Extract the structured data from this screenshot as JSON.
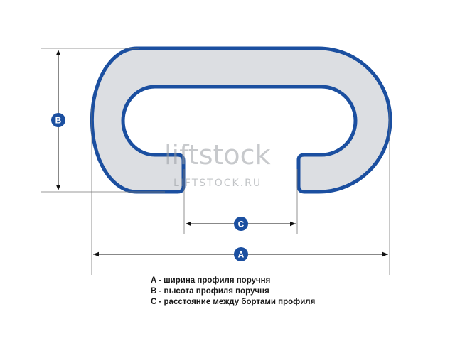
{
  "labels": {
    "a": "A",
    "b": "B",
    "c": "C"
  },
  "watermark": {
    "brand": "liftstock",
    "site": "LIFTSTOCK.RU"
  },
  "legend": [
    "A - ширина профиля поручня",
    "B - высота профиля поручня",
    "C - расстояние между бортами профиля"
  ],
  "colors": {
    "profile_stroke": "#1b4fa0",
    "profile_fill": "#dcdee2",
    "dimension": "#111111",
    "badge": "#1b4fa0"
  }
}
